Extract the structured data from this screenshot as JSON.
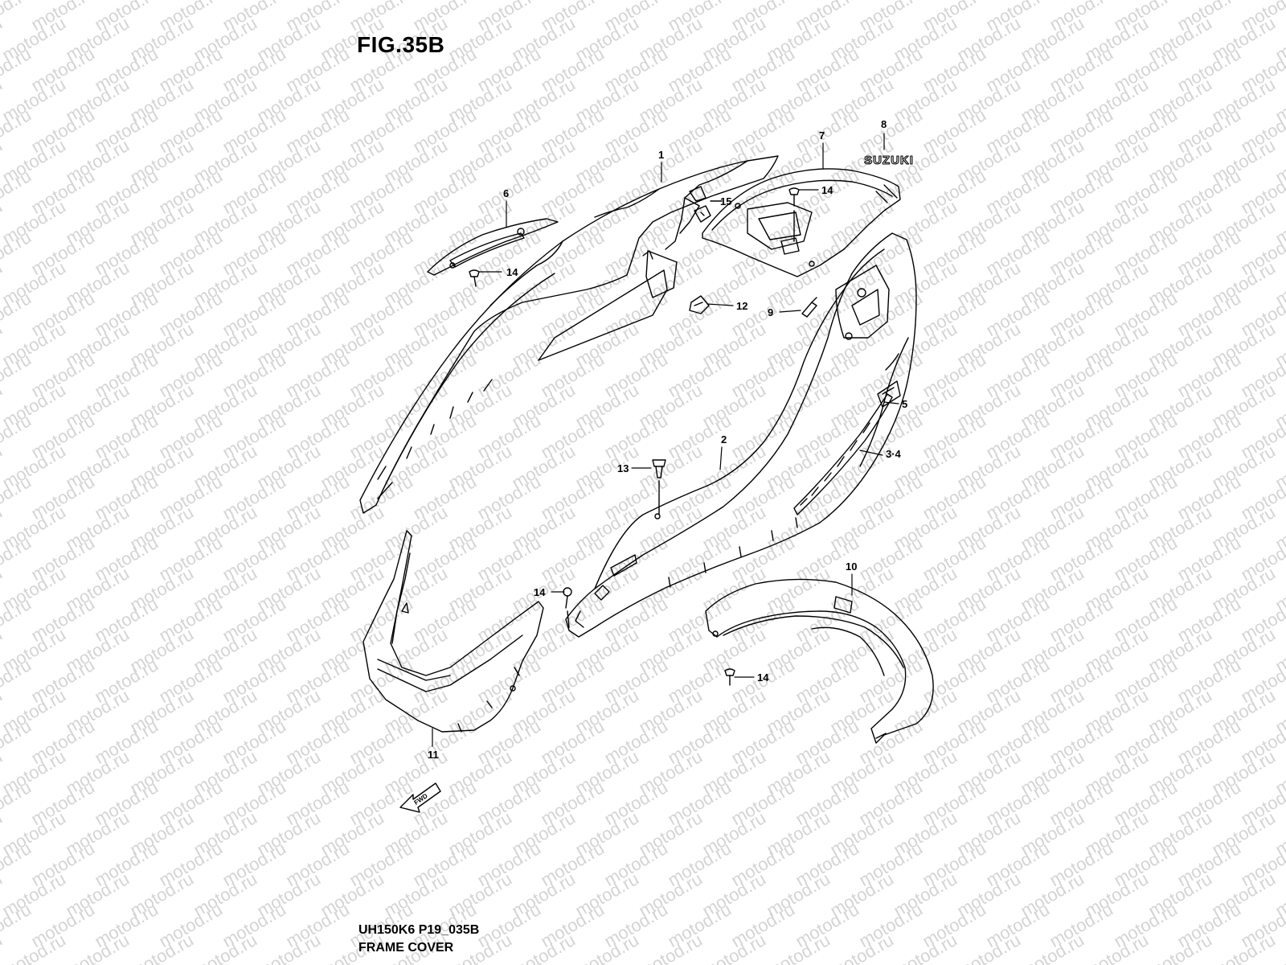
{
  "figure": {
    "title": "FIG.35B",
    "model_code": "UH150K6 P19_035B",
    "section_name": "FRAME COVER"
  },
  "watermark": {
    "text": "motod.ru",
    "color": "#d4d4d4"
  },
  "callouts": [
    "1",
    "2",
    "3·4",
    "5",
    "6",
    "7",
    "8",
    "9",
    "10",
    "11",
    "12",
    "13",
    "14",
    "14",
    "14",
    "14",
    "15"
  ],
  "decal_text": "SUZUKI",
  "fwd_text": "FWD"
}
